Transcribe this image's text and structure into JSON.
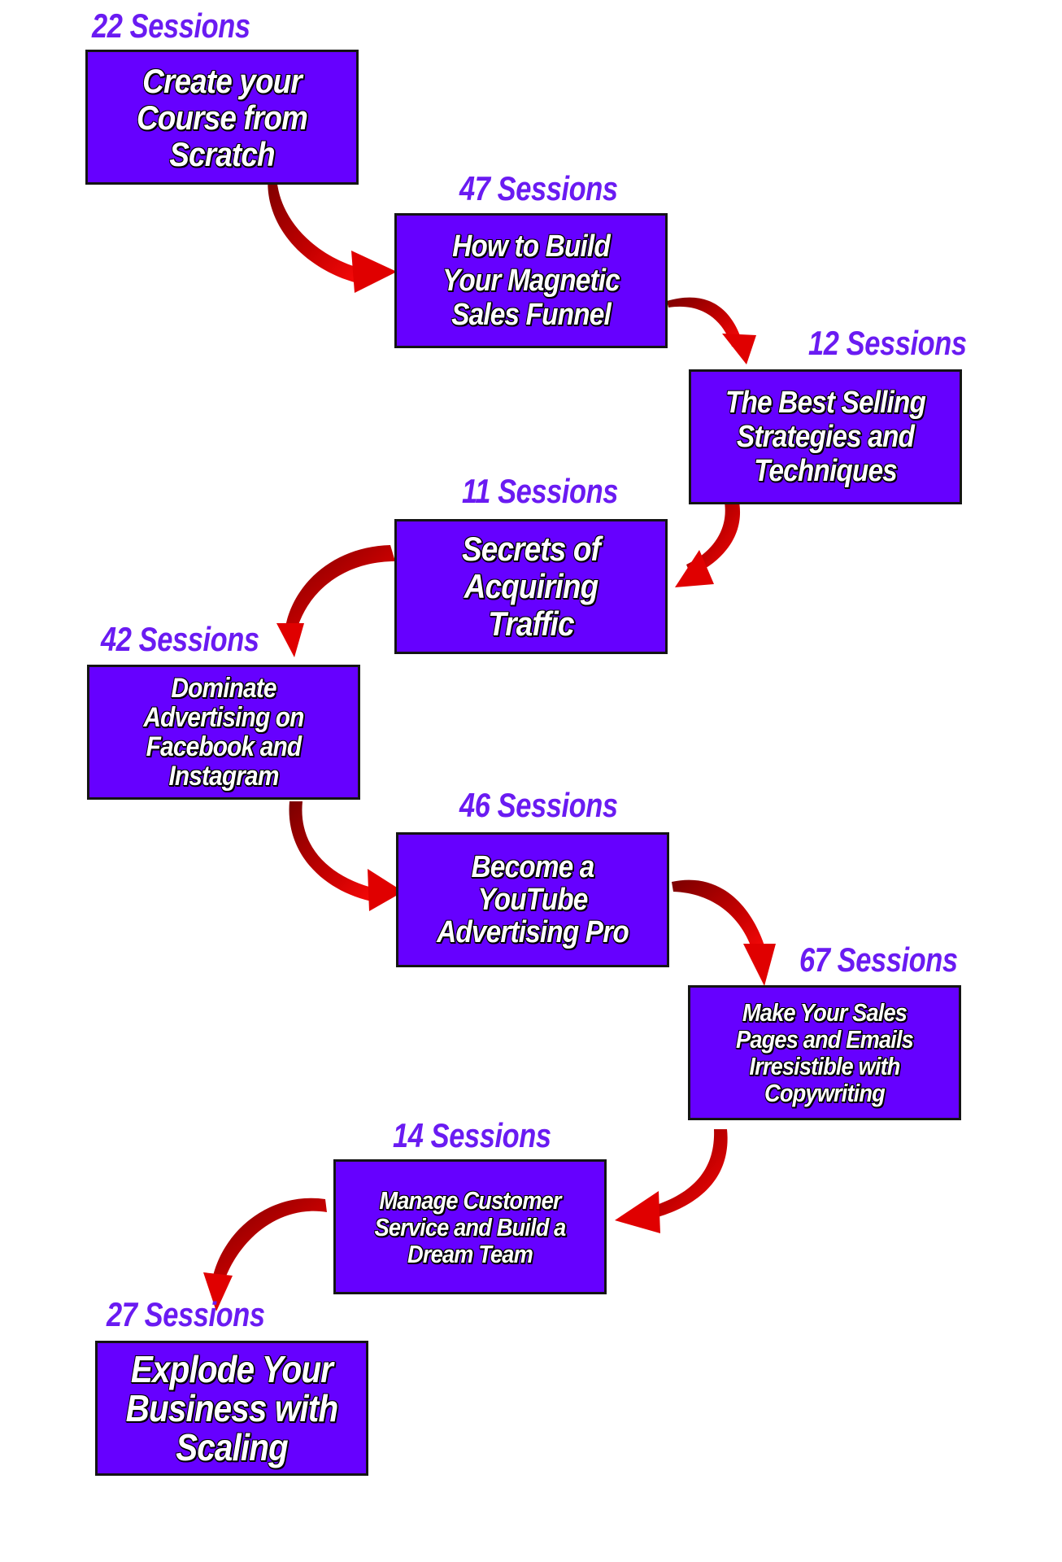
{
  "theme": {
    "box_color": "#6600ff",
    "session_label_color": "#6a1bf2",
    "arrow_color": "#d60000",
    "arrow_shade": "#8a0000",
    "title_color": "#ffffff"
  },
  "steps": [
    {
      "sessions": "22 Sessions",
      "title": "Create your Course from Scratch"
    },
    {
      "sessions": "47 Sessions",
      "title": "How to Build Your Magnetic Sales Funnel"
    },
    {
      "sessions": "12 Sessions",
      "title": "The Best Selling Strategies and Techniques"
    },
    {
      "sessions": "11 Sessions",
      "title": "Secrets of Acquiring Traffic"
    },
    {
      "sessions": "42 Sessions",
      "title": "Dominate Advertising on Facebook and Instagram"
    },
    {
      "sessions": "46 Sessions",
      "title": "Become a YouTube Advertising Pro"
    },
    {
      "sessions": "67 Sessions",
      "title": "Make Your Sales Pages and Emails Irresistible with Copywriting"
    },
    {
      "sessions": "14 Sessions",
      "title": "Manage Customer Service and Build a Dream Team"
    },
    {
      "sessions": "27 Sessions",
      "title": "Explode Your Business with Scaling"
    }
  ]
}
